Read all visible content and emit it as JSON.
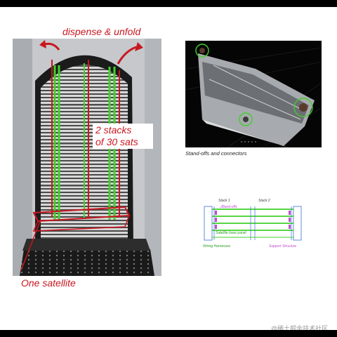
{
  "photo_labels": {
    "dispense": "dispense & unfold",
    "stacks_line1": "2 stacks",
    "stacks_line2": "of 30 sats",
    "one_satellite": "One satellite"
  },
  "render_caption": "Stand-offs and connectors",
  "diagram": {
    "stack1": "Stack 1",
    "stack2": "Stack 2",
    "standoffs": "Stand-offs",
    "base_panel": "Satellite base panel",
    "wiring": "Wiring Harnesses",
    "support": "Support Structure"
  },
  "watermark": "@稀土掘金技术社区",
  "colors": {
    "annotation_red": "#c8171f",
    "stack_green": "#3fd12a",
    "structure_blue": "#3b6fd6",
    "harness_magenta": "#c04ccf"
  }
}
